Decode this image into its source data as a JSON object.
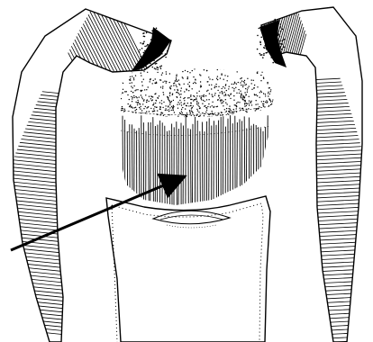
{
  "figure": {
    "ink_color": "#000000",
    "paper_color": "#ffffff",
    "description_parts": [
      "left-hatched-flank",
      "right-hatched-flank",
      "dark-corner-stipple-left",
      "dark-corner-stipple-right",
      "stippled-cap",
      "vertical-lined-core",
      "dotted-lower-body",
      "pointer-arrow"
    ]
  }
}
